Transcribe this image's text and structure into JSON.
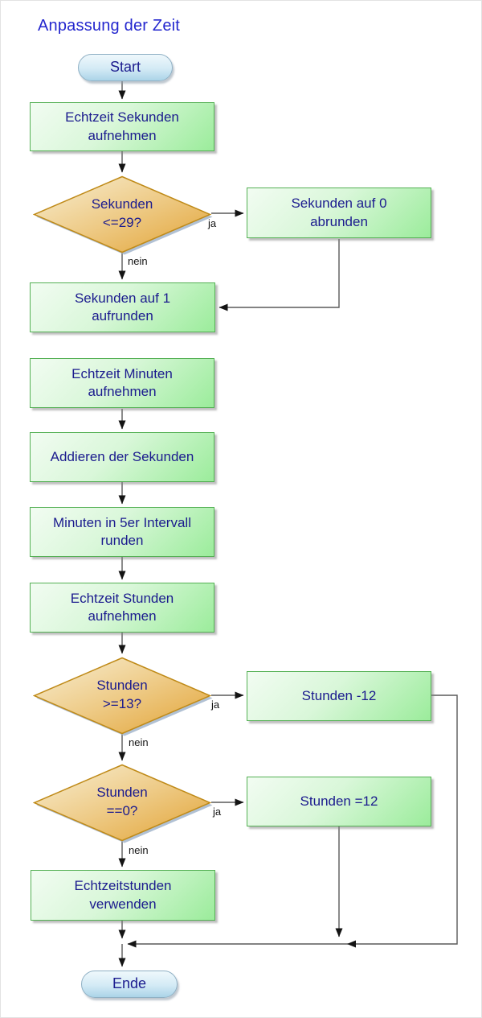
{
  "title": "Anpassung der Zeit",
  "nodes": {
    "start": {
      "type": "terminator",
      "label": "Start"
    },
    "record_seconds": {
      "type": "process",
      "label": "Echtzeit Sekunden\naufnehmen"
    },
    "seconds_le_29": {
      "type": "decision",
      "label": "Sekunden\n<=29?"
    },
    "seconds_round_down": {
      "type": "process",
      "label": "Sekunden auf 0\nabrunden"
    },
    "seconds_round_up": {
      "type": "process",
      "label": "Sekunden auf 1\naufrunden"
    },
    "record_minutes": {
      "type": "process",
      "label": "Echtzeit Minuten\naufnehmen"
    },
    "add_seconds": {
      "type": "process",
      "label": "Addieren der Sekunden"
    },
    "round_minutes": {
      "type": "process",
      "label": "Minuten in 5er Intervall\nrunden"
    },
    "record_hours": {
      "type": "process",
      "label": "Echtzeit Stunden\naufnehmen"
    },
    "hours_ge_13": {
      "type": "decision",
      "label": "Stunden\n>=13?"
    },
    "hours_minus_12": {
      "type": "process",
      "label": "Stunden -12"
    },
    "hours_eq_0": {
      "type": "decision",
      "label": "Stunden\n==0?"
    },
    "hours_set_12": {
      "type": "process",
      "label": "Stunden =12"
    },
    "use_real_hours": {
      "type": "process",
      "label": "Echtzeitstunden\nverwenden"
    },
    "end": {
      "type": "terminator",
      "label": "Ende"
    }
  },
  "edge_labels": {
    "seconds_yes": "ja",
    "seconds_no": "nein",
    "hours13_yes": "ja",
    "hours13_no": "nein",
    "hours0_yes": "ja",
    "hours0_no": "nein"
  },
  "colors": {
    "title_text": "#2326ce",
    "node_text": "#1b1b8e",
    "process_fill_light": "#f2fcf2",
    "process_fill_dark": "#9bec9b",
    "process_border": "#54b054",
    "decision_fill_light": "#f7ecce",
    "decision_fill_dark": "#e2a335",
    "decision_border": "#bf8a18",
    "decision_shadow": "#a3b6cc",
    "terminator_fill_light": "#eff8fc",
    "terminator_fill_dark": "#abd4e8",
    "terminator_border": "#8fb0c4",
    "connector_line": "#5a5a5a",
    "edge_label_text": "#141414",
    "background": "#ffffff"
  }
}
